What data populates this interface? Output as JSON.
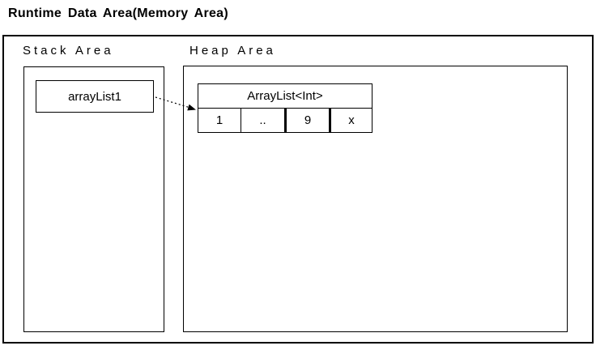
{
  "title": "Runtime Data Area(Memory Area)",
  "colors": {
    "line": "#000000",
    "background": "#ffffff"
  },
  "stack": {
    "label": "Stack Area",
    "variable": "arrayList1"
  },
  "heap": {
    "label": "Heap Area",
    "object": {
      "header": "ArrayList<Int>",
      "cells": [
        "1",
        "..",
        "9",
        "x"
      ]
    }
  },
  "arrow": {
    "from": "arrayList1",
    "to": "ArrayList<Int>",
    "style": "dashed"
  }
}
